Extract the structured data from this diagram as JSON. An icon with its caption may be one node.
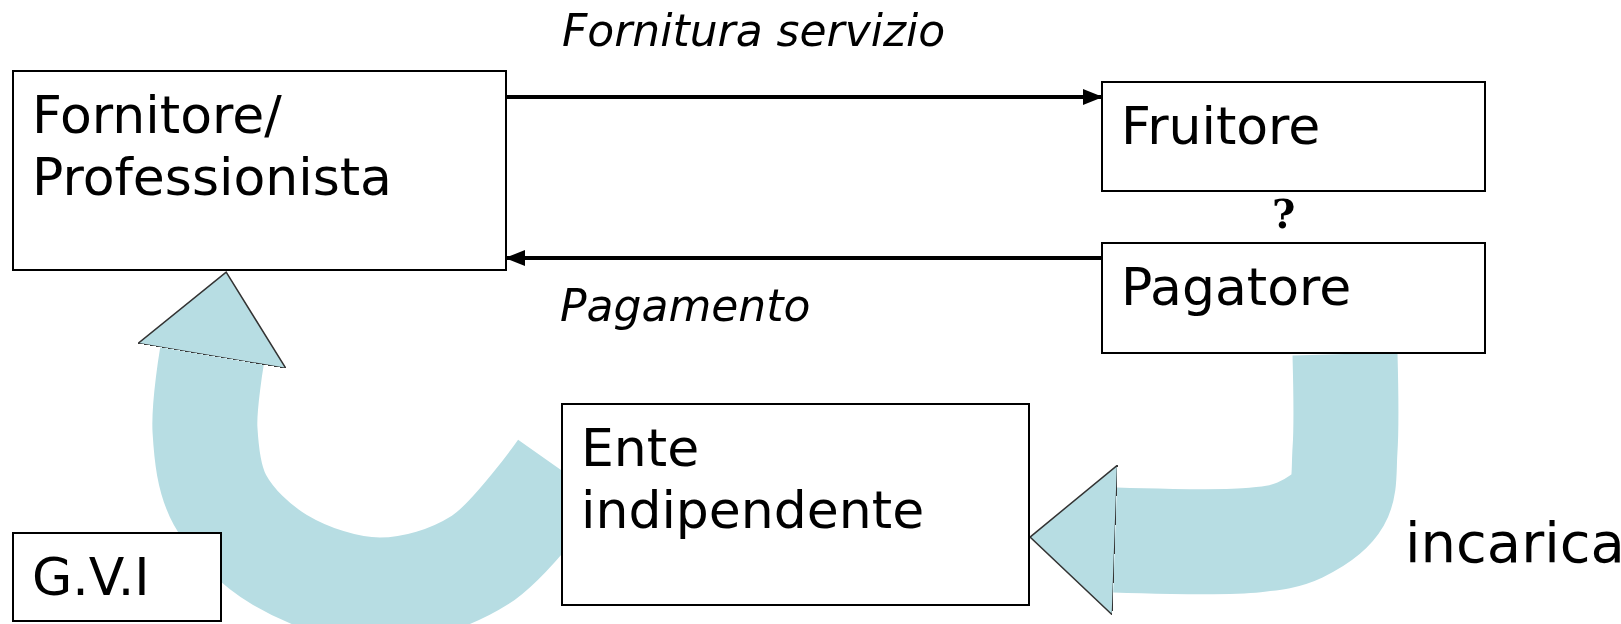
{
  "diagram": {
    "nodes": [
      {
        "text": [
          "Fornitore/ Professionista"
        ]
      },
      {
        "text": [
          "Fruitore"
        ]
      },
      {
        "text": [
          "Pagatore"
        ]
      },
      {
        "text": [
          "Ente indipendente"
        ]
      },
      {
        "text": [
          "G.V.I"
        ]
      }
    ],
    "edges": [
      {
        "from": 0,
        "to": 1,
        "arrow": "to",
        "label": "Fornitura servizio"
      },
      {
        "from": 2,
        "to": 0,
        "arrow": "to",
        "label": "Pagamento"
      },
      {
        "from": 2,
        "to": 3,
        "arrow": "to",
        "label": "incarica",
        "style": "thick",
        "color": "#b7dde3"
      },
      {
        "from": 3,
        "to": 0,
        "arrow": "to",
        "style": "thick",
        "color": "#b7dde3"
      }
    ],
    "labels": [
      "?"
    ]
  }
}
